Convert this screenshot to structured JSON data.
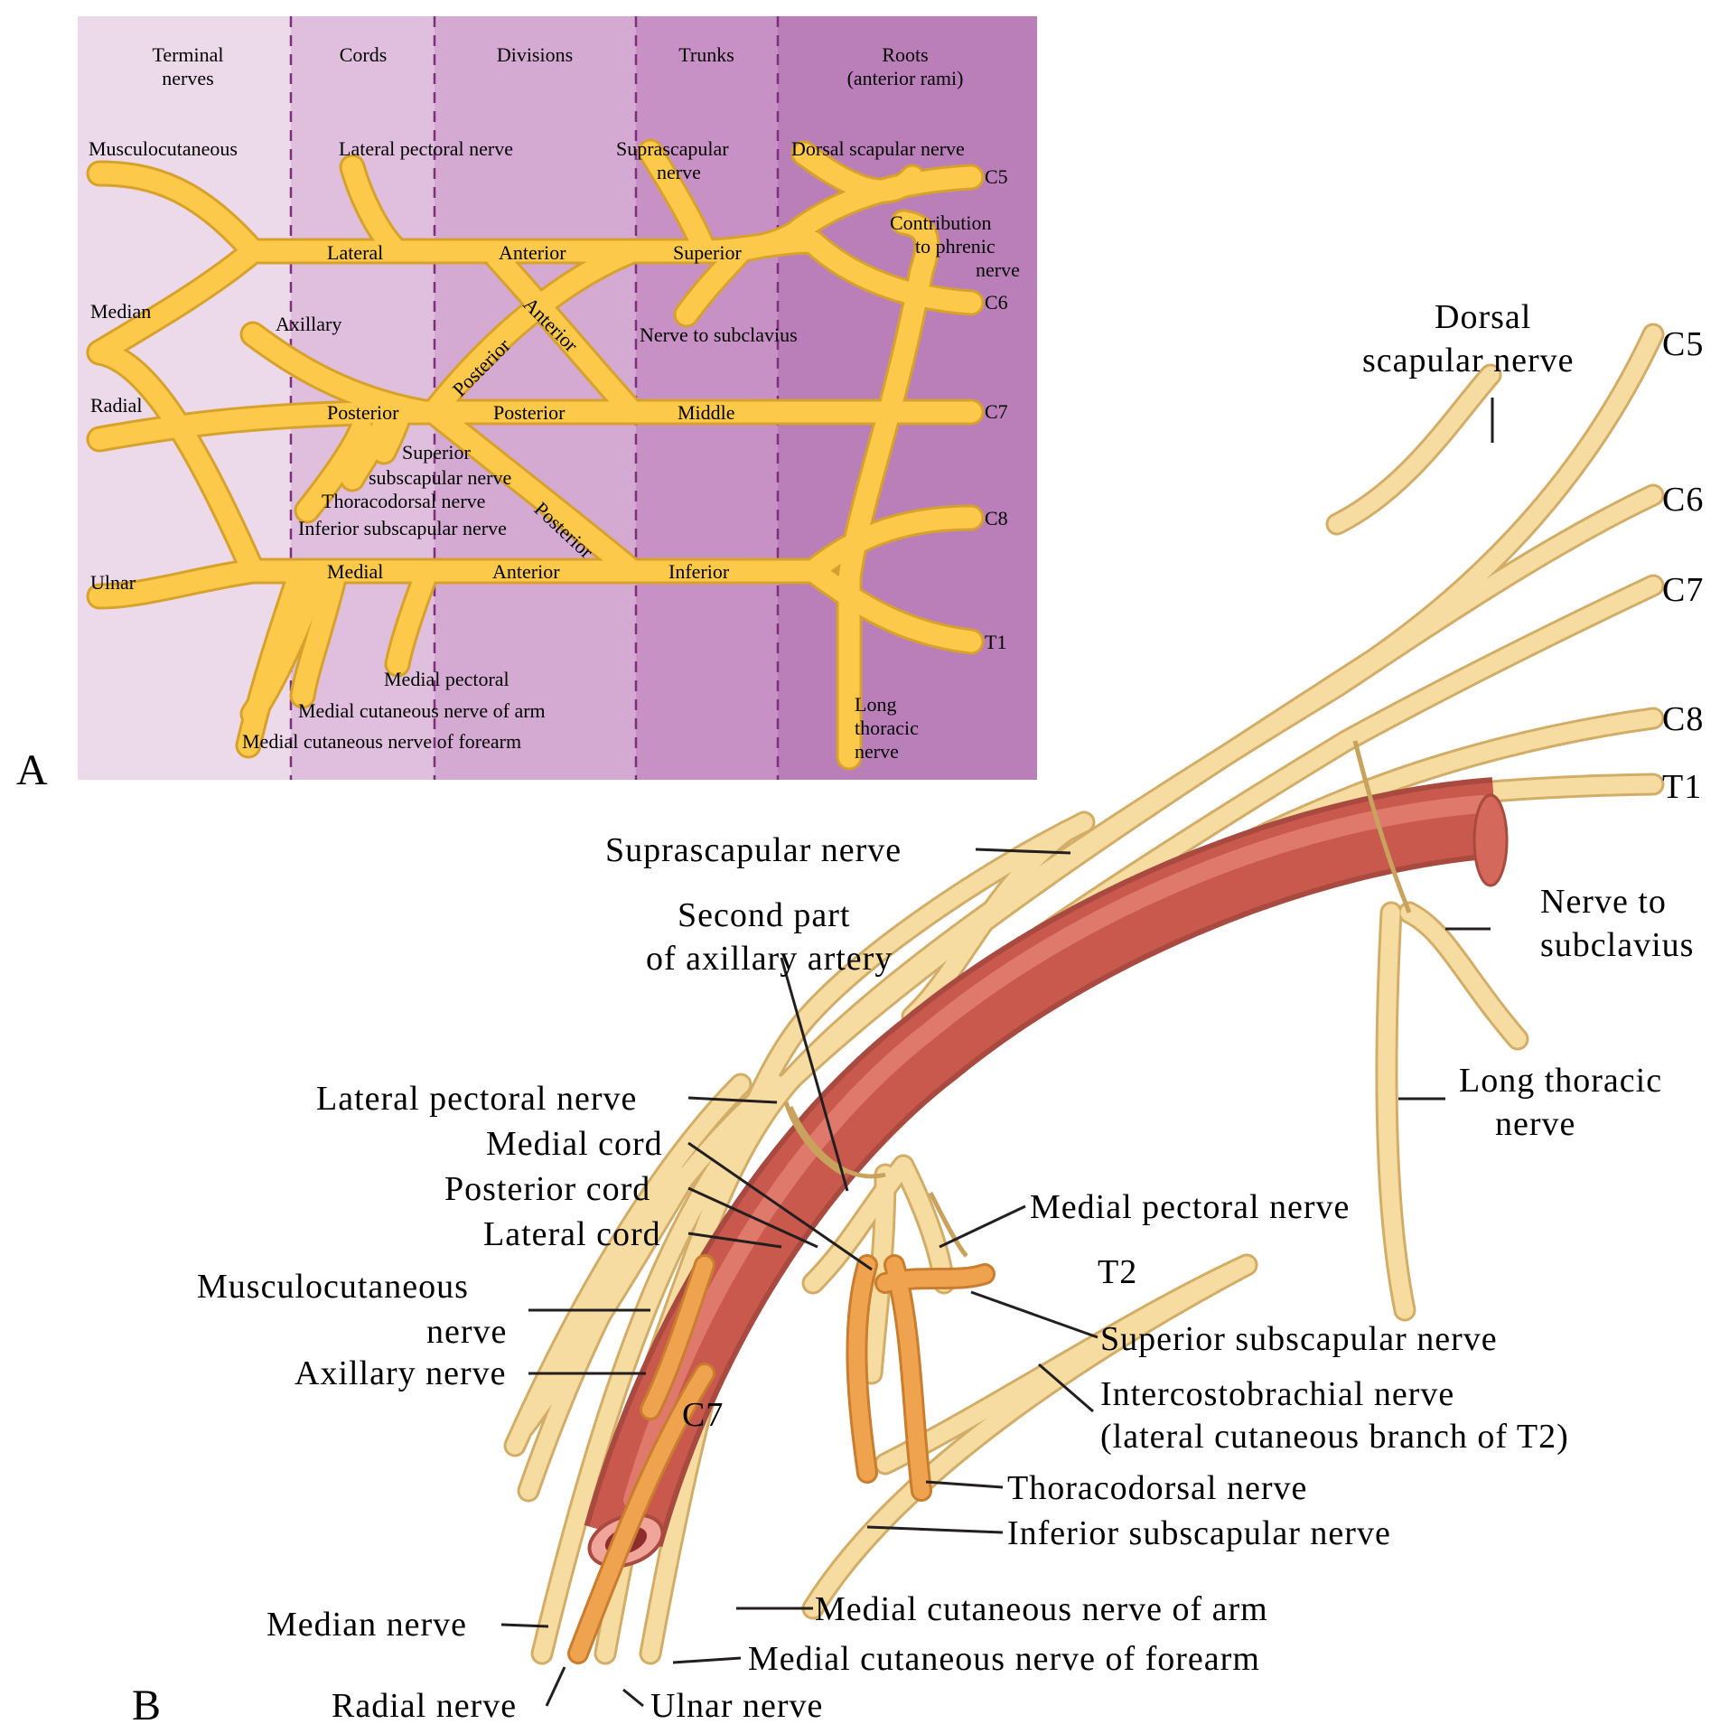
{
  "panels": {
    "a": "A",
    "b": "B"
  },
  "diagram_a": {
    "columns": [
      "Terminal",
      "nerves",
      "Cords",
      "Divisions",
      "Trunks",
      "Roots",
      "(anterior rami)"
    ],
    "roots": [
      "C5",
      "C6",
      "C7",
      "C8",
      "T1"
    ],
    "trunks": [
      "Superior",
      "Middle",
      "Inferior"
    ],
    "divisions": [
      "Anterior",
      "Posterior",
      "Anterior",
      "Posterior",
      "Anterior",
      "Posterior"
    ],
    "cords": [
      "Lateral",
      "Posterior",
      "Medial"
    ],
    "terminal": [
      "Musculocutaneous",
      "Median",
      "Radial",
      "Ulnar",
      "Axillary"
    ],
    "branches": {
      "lateral_pectoral": "Lateral pectoral nerve",
      "suprascapular_1": "Suprascapular",
      "suprascapular_2": "nerve",
      "dorsal_scapular": "Dorsal scapular nerve",
      "phrenic_1": "Contribution",
      "phrenic_2": "to phrenic",
      "phrenic_3": "nerve",
      "subclavius": "Nerve to subclavius",
      "sup_subscap_1": "Superior",
      "sup_subscap_2": "subscapular nerve",
      "thoracodorsal": "Thoracodorsal nerve",
      "inf_subscap": "Inferior subscapular nerve",
      "medial_pectoral": "Medial pectoral",
      "med_cut_arm": "Medial cutaneous nerve of arm",
      "med_cut_forearm": "Medial cutaneous nerve of forearm",
      "long_thoracic_1": "Long",
      "long_thoracic_2": "thoracic",
      "long_thoracic_3": "nerve"
    }
  },
  "diagram_b": {
    "roots": [
      "C5",
      "C6",
      "C7",
      "C8",
      "T1"
    ],
    "labels": {
      "dorsal_1": "Dorsal",
      "dorsal_2": "scapular nerve",
      "suprascapular": "Suprascapular nerve",
      "second_part_1": "Second part",
      "second_part_2": "of axillary artery",
      "subclavius_1": "Nerve to",
      "subclavius_2": "subclavius",
      "long_thoracic_1": "Long thoracic",
      "long_thoracic_2": "nerve",
      "lateral_pectoral": "Lateral pectoral nerve",
      "medial_cord": "Medial cord",
      "posterior_cord": "Posterior cord",
      "lateral_cord": "Lateral cord",
      "medial_pectoral": "Medial pectoral nerve",
      "t2": "T2",
      "musculocutaneous_1": "Musculocutaneous",
      "musculocutaneous_2": "nerve",
      "axillary": "Axillary nerve",
      "sup_subscap": "Superior subscapular nerve",
      "intercosto_1": "Intercostobrachial nerve",
      "intercosto_2": "(lateral cutaneous branch of T2)",
      "c7": "C7",
      "thoracodorsal": "Thoracodorsal nerve",
      "inf_subscap": "Inferior subscapular nerve",
      "med_cut_arm": "Medial cutaneous nerve of arm",
      "med_cut_forearm": "Medial cutaneous nerve of forearm",
      "median": "Median nerve",
      "radial": "Radial nerve",
      "ulnar": "Ulnar nerve"
    }
  },
  "colors": {
    "col1": "#ecd9ea",
    "col2": "#dfbfdd",
    "col3": "#d4a9d2",
    "col4": "#c891c6",
    "col5": "#ba7fb9",
    "nerve": "#fdc94a",
    "nerve_edge": "#d7a22c",
    "nerve_b": "#f6dca0",
    "nerve_b_edge": "#d2ad68",
    "orange": "#f0a34e",
    "artery": "#c9594c",
    "artery_light": "#e7887a"
  }
}
